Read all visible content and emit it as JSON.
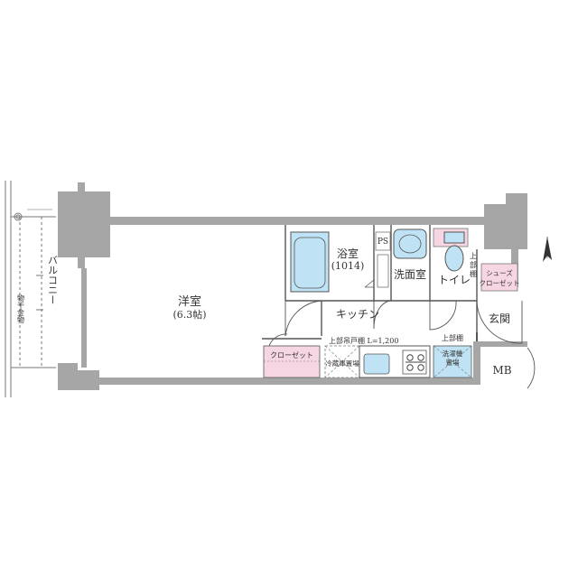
{
  "rooms": {
    "western_room": {
      "name": "洋室",
      "size": "(6.3帖)"
    },
    "bathroom": {
      "name": "浴室",
      "size": "(1014)"
    },
    "washroom": "洗面室",
    "toilet": "トイレ",
    "kitchen": "キッチン",
    "entrance": "玄関",
    "meter_box": "MB",
    "balcony": "バルコニー",
    "balcony_note": "物干金物",
    "pipe_space": "PS",
    "closet": "クローゼット",
    "shoe_closet": [
      "シューズ",
      "クローゼット"
    ],
    "upper_shelf_toilet": [
      "上",
      "部",
      "棚"
    ],
    "upper_hanging_shelf": "上部吊戸棚",
    "counter_length": "L=1,200",
    "fridge_space": "冷蔵庫置場",
    "upper_shelf": "上部棚",
    "washing_machine_space": [
      "洗濯機",
      "置場"
    ]
  },
  "colors": {
    "wall": "#a6a6a6",
    "bath_fixture": "#bfe3f4",
    "pink_storage": "#f7d6e4",
    "line": "#555555"
  },
  "compass": {
    "icon": "north-arrow-icon"
  }
}
